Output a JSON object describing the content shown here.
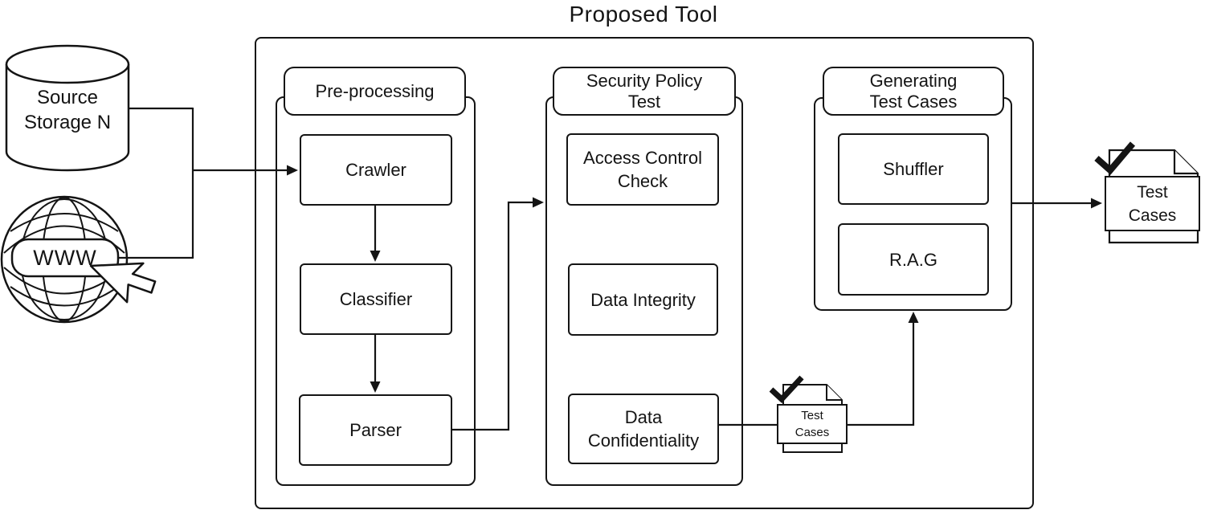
{
  "title": "Proposed Tool",
  "sources": {
    "storage_line1": "Source",
    "storage_line2": "Storage N",
    "web_label": "WWW"
  },
  "modules": {
    "preprocessing": {
      "tab": "Pre-processing",
      "boxes": [
        {
          "label": "Crawler"
        },
        {
          "label": "Classifier"
        },
        {
          "label": "Parser"
        }
      ]
    },
    "security": {
      "tab": "Security Policy Test",
      "boxes": [
        {
          "label": "Access Control Check"
        },
        {
          "label": "Data Integrity"
        },
        {
          "label": "Data Confidentiality"
        }
      ]
    },
    "generating": {
      "tab": "Generating Test Cases",
      "boxes": [
        {
          "label": "Shuffler"
        },
        {
          "label": "R.A.G"
        }
      ]
    }
  },
  "artifacts": {
    "intermediate_doc_label": "Test Cases",
    "output_doc_label": "Test Cases"
  },
  "icons": {
    "storage": "database-cylinder-icon",
    "web": "globe-icon",
    "pointer": "cursor-icon",
    "documents": "document-check-icon"
  },
  "colors": {
    "stroke": "#141414",
    "background": "#ffffff"
  }
}
